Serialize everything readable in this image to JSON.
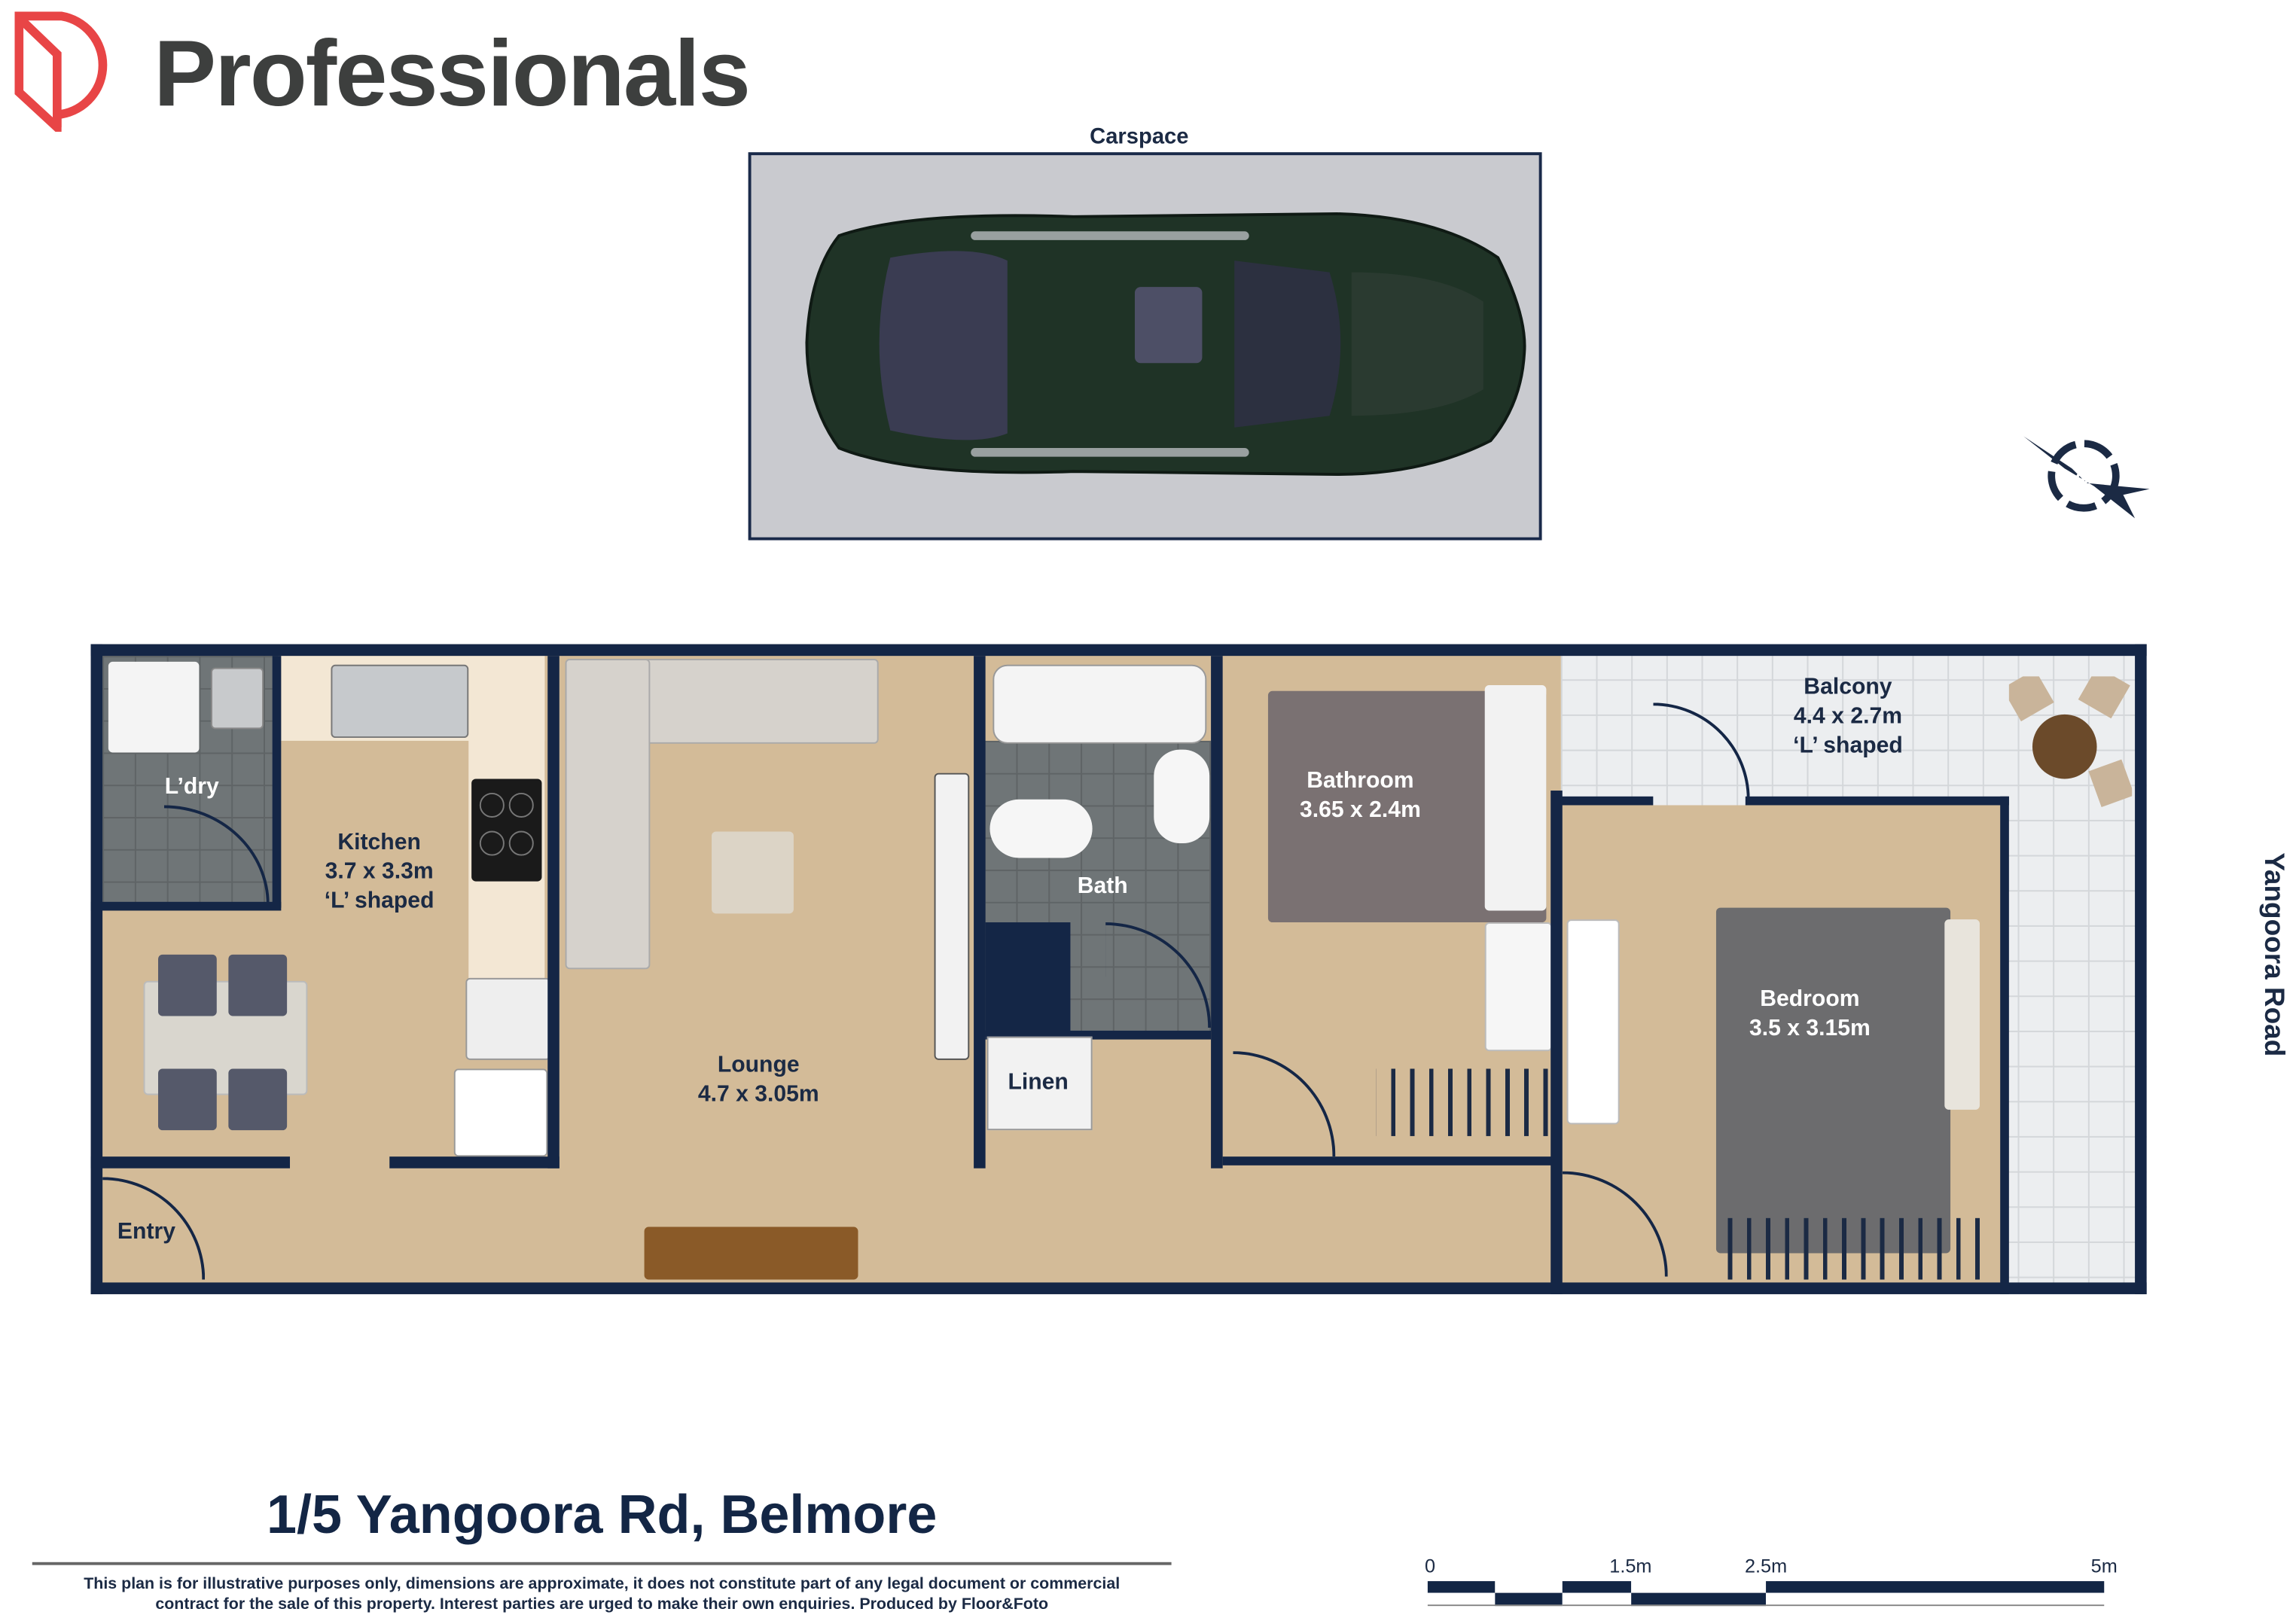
{
  "brand": {
    "name": "Professionals",
    "logo_color": "#e84546",
    "text_color": "#3d3f3e"
  },
  "carspace": {
    "label": "Carspace"
  },
  "compass": {
    "icon": "north-arrow-icon",
    "letter": "N"
  },
  "rooms": {
    "laundry": {
      "name": "L’dry"
    },
    "kitchen": {
      "name": "Kitchen",
      "size": "3.7 x 3.3m",
      "note": "‘L’ shaped"
    },
    "lounge": {
      "name": "Lounge",
      "size": "4.7 x 3.05m"
    },
    "bath": {
      "name": "Bath"
    },
    "linen": {
      "name": "Linen"
    },
    "bathroom": {
      "name": "Bathroom",
      "size": "3.65 x 2.4m"
    },
    "balcony": {
      "name": "Balcony",
      "size": "4.4 x 2.7m",
      "note": "‘L’ shaped"
    },
    "bedroom": {
      "name": "Bedroom",
      "size": "3.5 x 3.15m"
    },
    "entry": {
      "name": "Entry"
    }
  },
  "street": "Yangoora Road",
  "address": "1/5 Yangoora Rd, Belmore",
  "disclaimer": {
    "line1": "This plan is for illustrative purposes only, dimensions are approximate, it does not constitute part of any legal document or commercial",
    "line2": "contract for the sale of this property.  Interest parties are urged to make their own enquiries.  Produced by Floor&Foto"
  },
  "scale_bar": {
    "labels": [
      "0",
      "1.5m",
      "2.5m",
      "5m"
    ],
    "label_values_m": [
      0,
      1.5,
      2.5,
      5
    ],
    "segments_m": [
      [
        0,
        0.5
      ],
      [
        0.5,
        1
      ],
      [
        1,
        1.5
      ],
      [
        1.5,
        2.5
      ],
      [
        2.5,
        5
      ]
    ],
    "color": "#132645"
  },
  "colors": {
    "wall": "#142646",
    "floor": "#d3bb98",
    "title": "#132645"
  }
}
